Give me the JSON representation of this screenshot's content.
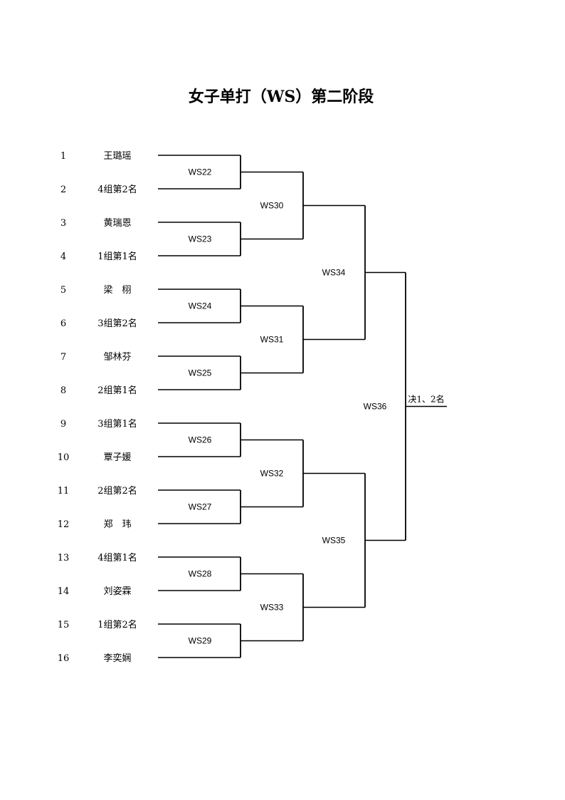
{
  "title": "女子单打（WS）第二阶段",
  "players": [
    {
      "seed": "1",
      "name": "王璐瑶"
    },
    {
      "seed": "2",
      "name": "4组第2名"
    },
    {
      "seed": "3",
      "name": "黄瑞恩"
    },
    {
      "seed": "4",
      "name": "1组第1名"
    },
    {
      "seed": "5",
      "name": "梁　栩"
    },
    {
      "seed": "6",
      "name": "3组第2名"
    },
    {
      "seed": "7",
      "name": "邹林芬"
    },
    {
      "seed": "8",
      "name": "2组第1名"
    },
    {
      "seed": "9",
      "name": "3组第1名"
    },
    {
      "seed": "10",
      "name": "覃子媛"
    },
    {
      "seed": "11",
      "name": "2组第2名"
    },
    {
      "seed": "12",
      "name": "郑　玮"
    },
    {
      "seed": "13",
      "name": "4组第1名"
    },
    {
      "seed": "14",
      "name": "刘姿霖"
    },
    {
      "seed": "15",
      "name": "1组第2名"
    },
    {
      "seed": "16",
      "name": "李奕娴"
    }
  ],
  "rounds": [
    [
      "WS22",
      "WS23",
      "WS24",
      "WS25",
      "WS26",
      "WS27",
      "WS28",
      "WS29"
    ],
    [
      "WS30",
      "WS31",
      "WS32",
      "WS33"
    ],
    [
      "WS34",
      "WS35"
    ],
    [
      "WS36"
    ]
  ],
  "final_label": "决1、2名"
}
